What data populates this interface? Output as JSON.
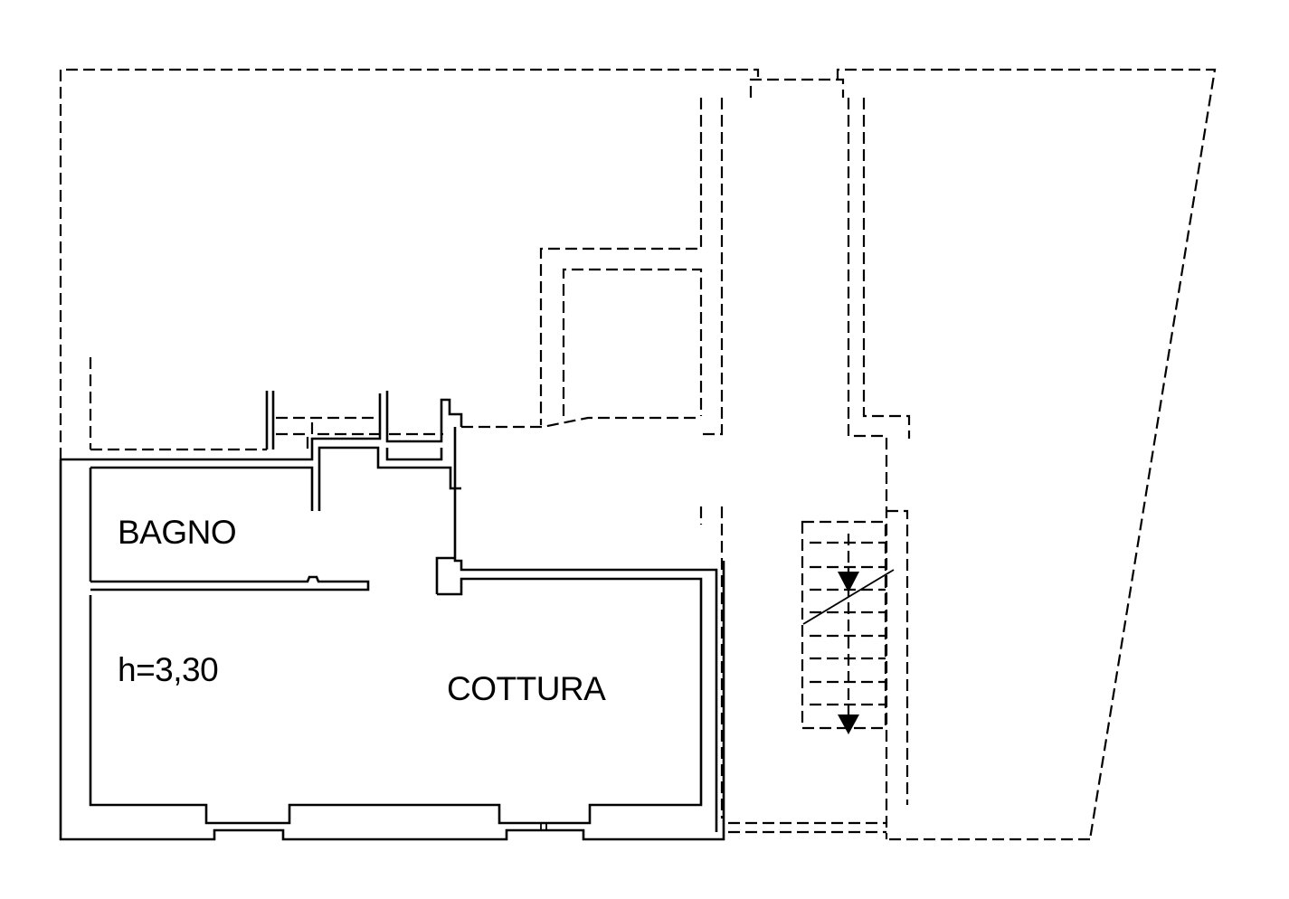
{
  "rooms": {
    "bagno": "BAGNO",
    "cottura": "COTTURA"
  },
  "height_note": "h=3,30",
  "colors": {
    "line": "#000000",
    "background": "#ffffff"
  }
}
